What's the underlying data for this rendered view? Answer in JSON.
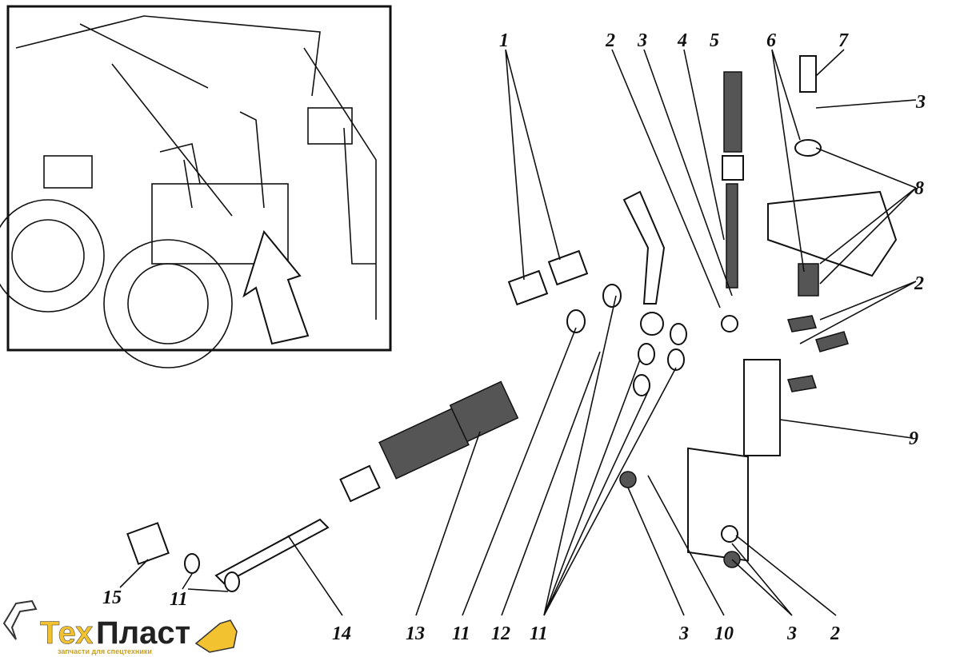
{
  "diagram": {
    "callouts": {
      "top": [
        "1",
        "2",
        "3",
        "4",
        "5",
        "6",
        "7"
      ],
      "right": [
        "3",
        "8",
        "2",
        "9"
      ],
      "bottom": [
        "15",
        "11",
        "14",
        "13",
        "11",
        "12",
        "11",
        "3",
        "10",
        "3",
        "2"
      ]
    }
  },
  "logo": {
    "name_part1": "Тех",
    "name_part2": "Пласт",
    "tagline": "запчасти для спецтехники",
    "colors": {
      "accent": "#f2c230",
      "dark": "#222222"
    }
  }
}
